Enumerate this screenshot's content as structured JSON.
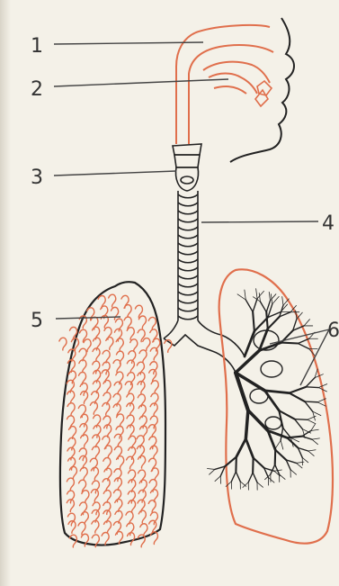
{
  "labels": [
    "1",
    "2",
    "3",
    "4",
    "5",
    "6"
  ],
  "colors": {
    "orange": "#e06f4c",
    "outline": "#222222",
    "leader": "#444444"
  }
}
